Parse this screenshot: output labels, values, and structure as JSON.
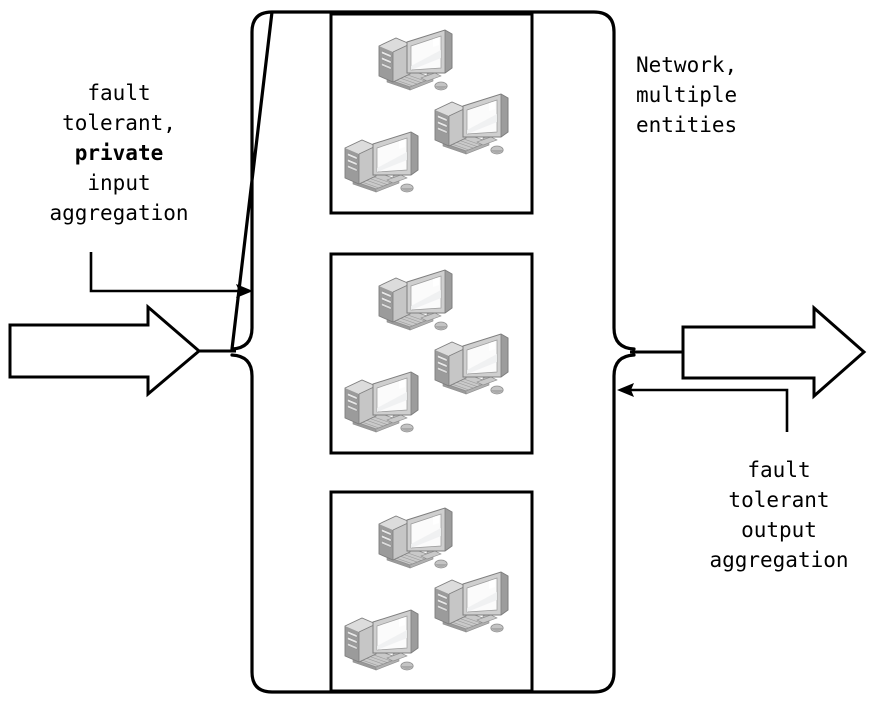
{
  "diagram": {
    "title": "fault tolerant private input aggregation network diagram",
    "labels": {
      "input": {
        "lines": [
          "fault",
          "tolerant,",
          "private",
          "input",
          "aggregation"
        ],
        "emphasis_line": "private",
        "line1": "fault",
        "line2": "tolerant,",
        "line3": "private",
        "line4": "input",
        "line5": "aggregation"
      },
      "network": {
        "lines": [
          "Network,",
          "multiple",
          "entities"
        ],
        "line1": "Network,",
        "line2": "multiple",
        "line3": "entities"
      },
      "output": {
        "lines": [
          "fault",
          "tolerant",
          "output",
          "aggregation"
        ],
        "line1": "fault",
        "line2": "tolerant",
        "line3": "output",
        "line4": "aggregation"
      }
    },
    "entities": [
      {
        "id": "entity-1",
        "computers": 3
      },
      {
        "id": "entity-2",
        "computers": 3
      },
      {
        "id": "entity-3",
        "computers": 3
      }
    ],
    "arrows": {
      "input_flow": "hollow-right-arrow",
      "output_flow": "hollow-right-arrow",
      "input_annotation": "elbow-arrow-right",
      "output_annotation": "elbow-arrow-left"
    },
    "colors": {
      "stroke": "#000000",
      "background": "#ffffff",
      "icon_light": "#e3e3e3",
      "icon_mid": "#b4b4b4",
      "icon_dark": "#8d8d8d",
      "icon_darker": "#707070",
      "screen": "#fbfbfb"
    }
  }
}
